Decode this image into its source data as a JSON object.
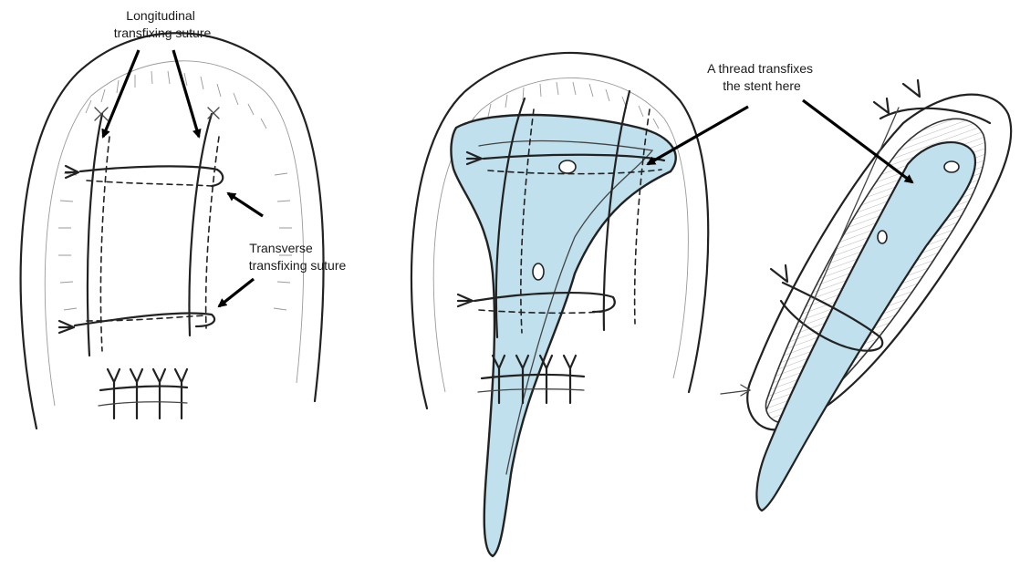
{
  "figure": {
    "labels": {
      "longitudinal": [
        "Longitudinal",
        "transfixing suture"
      ],
      "transverse": [
        "Transverse",
        "transfixing suture"
      ],
      "thread": [
        "A thread transfixes",
        "the stent here"
      ]
    },
    "colors": {
      "stent_fill": "#bfe0ec",
      "line": "#222222",
      "arrow": "#000000",
      "hatch": "#9a9a9a"
    },
    "panels": [
      "left-sutured-surface",
      "middle-stent-in-place",
      "right-stent-oblique"
    ]
  }
}
